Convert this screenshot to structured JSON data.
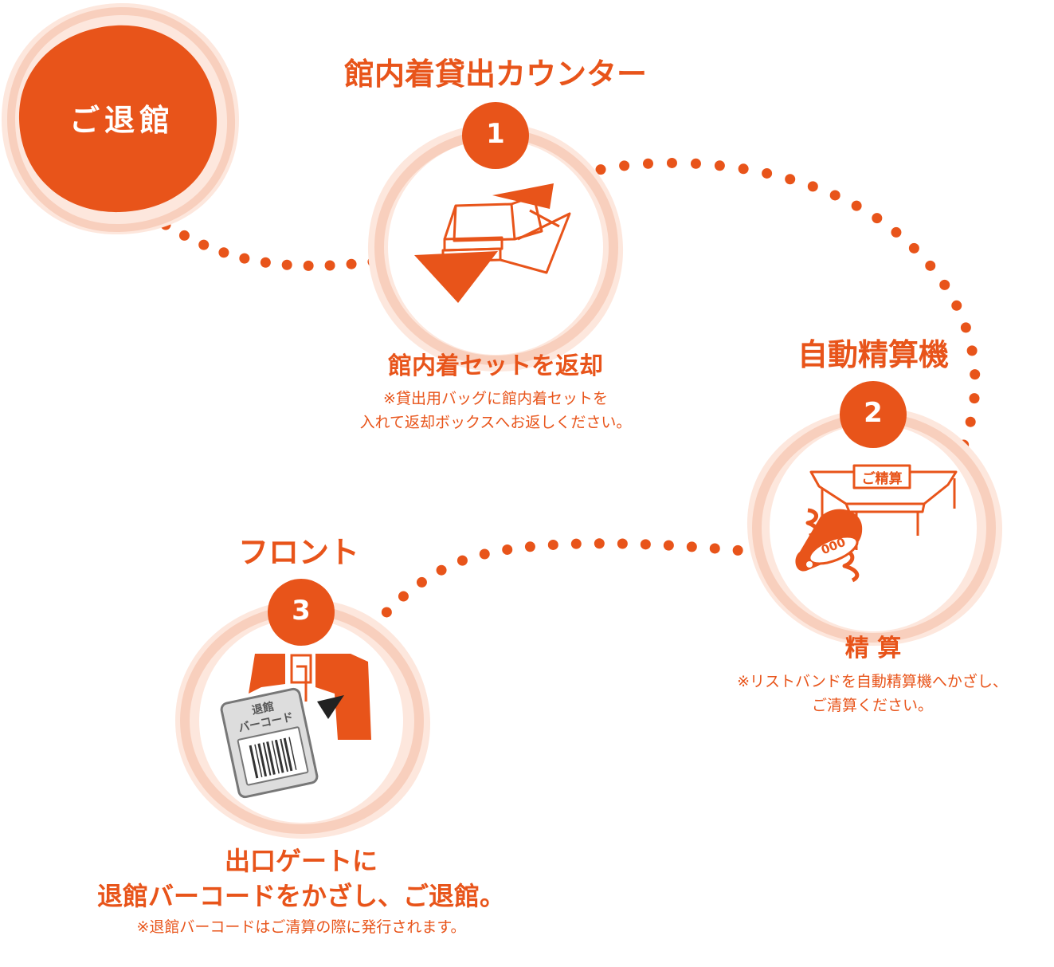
{
  "start": {
    "label": "ご退館"
  },
  "steps": [
    {
      "number": "1",
      "location": "館内着貸出カウンター",
      "title": "館内着セットを返却",
      "note_lines": [
        "※貸出用バッグに館内着セットを",
        "入れて返却ボックスへお返しください。"
      ],
      "icon": "return-box-icon"
    },
    {
      "number": "2",
      "location": "自動精算機",
      "title": "精 算",
      "note_lines": [
        "※リストバンドを自動精算機へかざし、",
        "ご清算ください。"
      ],
      "icon": "payment-machine-icon",
      "sign_text": "ご精算",
      "tag_text": "000"
    },
    {
      "number": "3",
      "location": "フロント",
      "title_lines": [
        "出口ゲートに",
        "退館バーコードをかざし、ご退館。"
      ],
      "note": "※退館バーコードはご清算の際に発行されます。",
      "icon": "exit-gate-icon",
      "card_lines": [
        "退館",
        "バーコード"
      ]
    }
  ],
  "colors": {
    "accent": "#e8541a",
    "ring": "#f8cfbd",
    "ring_light": "#fde7dd",
    "gray": "#777777"
  }
}
